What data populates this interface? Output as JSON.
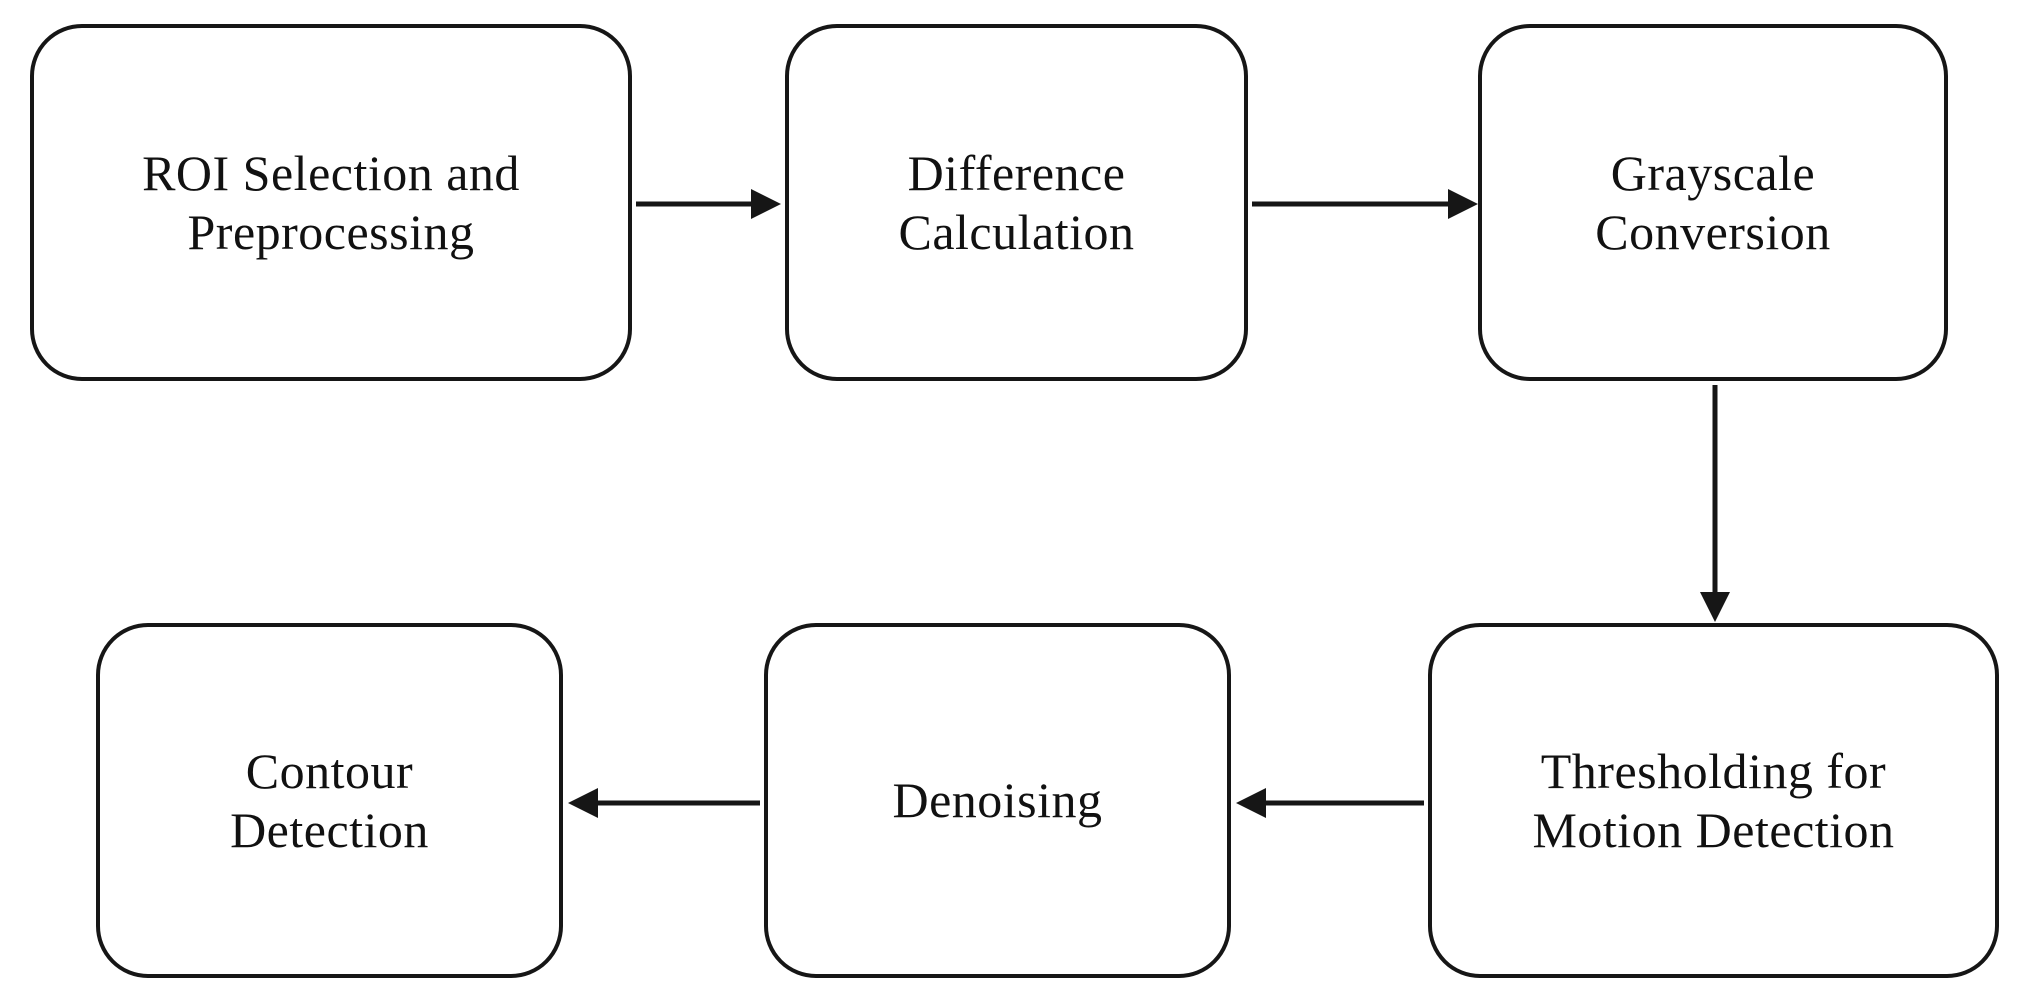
{
  "diagram": {
    "type": "flowchart",
    "colors": {
      "stroke": "#161616",
      "text": "#111111",
      "background": "#ffffff"
    },
    "nodes": [
      {
        "id": "roi",
        "label": "ROI Selection and\nPreprocessing"
      },
      {
        "id": "difference",
        "label": "Difference\nCalculation"
      },
      {
        "id": "grayscale",
        "label": "Grayscale\nConversion"
      },
      {
        "id": "thresholding",
        "label": "Thresholding for\nMotion Detection"
      },
      {
        "id": "denoising",
        "label": "Denoising"
      },
      {
        "id": "contour",
        "label": "Contour\nDetection"
      }
    ],
    "edges": [
      {
        "from": "roi",
        "to": "difference",
        "direction": "right"
      },
      {
        "from": "difference",
        "to": "grayscale",
        "direction": "right"
      },
      {
        "from": "grayscale",
        "to": "thresholding",
        "direction": "down"
      },
      {
        "from": "thresholding",
        "to": "denoising",
        "direction": "left"
      },
      {
        "from": "denoising",
        "to": "contour",
        "direction": "left"
      }
    ]
  }
}
